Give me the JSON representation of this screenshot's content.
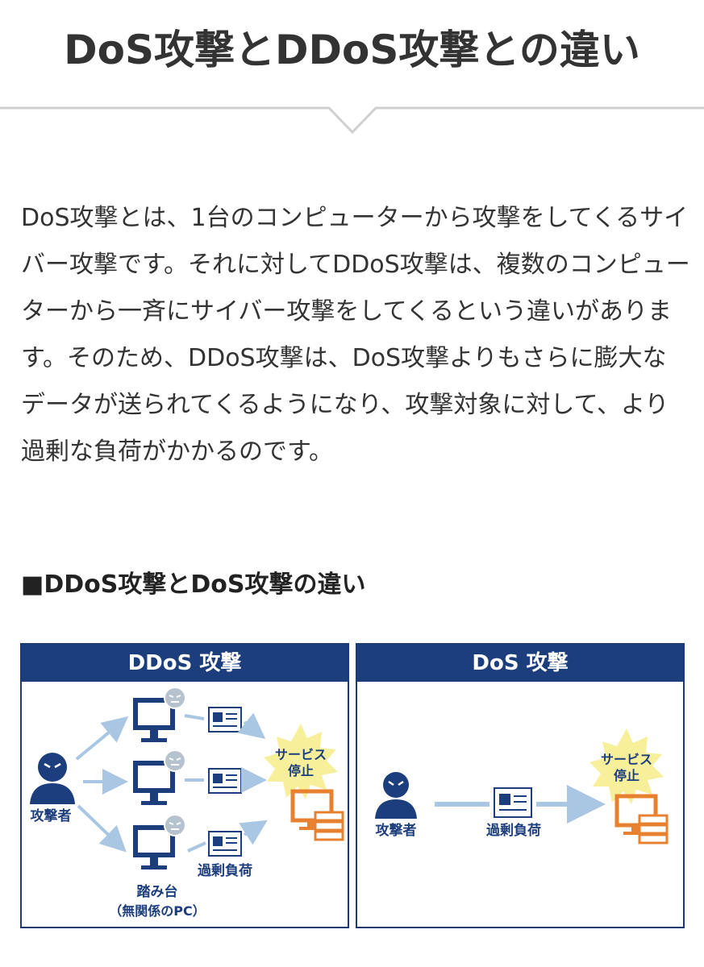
{
  "title": "DoS攻撃とDDoS攻撃との違い",
  "body_text": "DoS攻撃とは、1台のコンピューターから攻撃をしてくるサイバー攻撃です。それに対してDDoS攻撃は、複数のコンピューターから一斉にサイバー攻撃をしてくるという違いがあります。そのため、DDoS攻撃は、DoS攻撃よりもさらに膨大なデータが送られてくるようになり、攻撃対象に対して、より過剰な負荷がかかるのです。",
  "section_heading": "■DDoS攻撃とDoS攻撃の違い",
  "diagram": {
    "ddos": {
      "header": "DDoS 攻撃",
      "attacker_label": "攻撃者",
      "service_stop_line1": "サービス",
      "service_stop_line2": "停止",
      "load_label": "過剰負荷",
      "stepping_stone_label": "踏み台",
      "stepping_stone_note": "（無関係のPC）"
    },
    "dos": {
      "header": "DoS 攻撃",
      "attacker_label": "攻撃者",
      "service_stop_line1": "サービス",
      "service_stop_line2": "停止",
      "load_label": "過剰負荷"
    },
    "colors": {
      "navy": "#1d3e7c",
      "arrow": "#a9c6e2",
      "burst": "#f7ef9a",
      "server": "#e8812f"
    }
  }
}
